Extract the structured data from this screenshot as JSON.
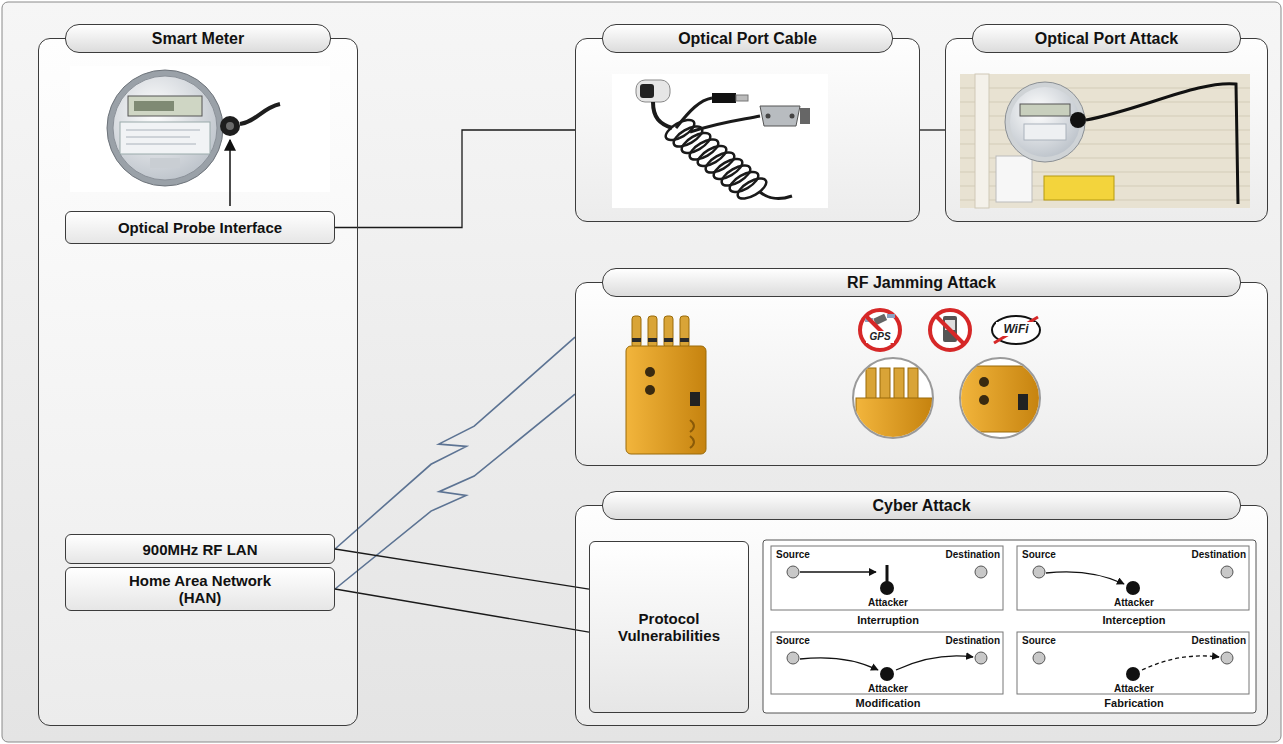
{
  "diagram": {
    "nodes": [
      {
        "text": [
          "Smart Meter"
        ]
      },
      {
        "text": [
          "Optical Probe Interface"
        ],
        "in": 0
      },
      {
        "text": [
          "900MHz RF LAN"
        ],
        "in": 0
      },
      {
        "text": [
          "Home Area Network (HAN)"
        ],
        "in": 0
      },
      {
        "text": [
          "Optical Port Cable"
        ]
      },
      {
        "text": [
          "Optical Port Attack"
        ]
      },
      {
        "text": [
          "RF Jamming Attack"
        ]
      },
      {
        "text": [
          "Cyber Attack"
        ]
      },
      {
        "text": [
          "Protocol Vulnerabilities"
        ],
        "in": 7
      },
      {
        "text": [
          "Source",
          "Destination",
          "Attacker",
          "Interruption"
        ],
        "in": 7
      },
      {
        "text": [
          "Source",
          "Destination",
          "Attacker",
          "Interception"
        ],
        "in": 7
      },
      {
        "text": [
          "Source",
          "Destination",
          "Attacker",
          "Modification"
        ],
        "in": 7
      },
      {
        "text": [
          "Source",
          "Destination",
          "Attacker",
          "Fabrication"
        ],
        "in": 7
      }
    ],
    "edges": [
      {
        "from": 1,
        "to": 4,
        "arrow": "none"
      },
      {
        "from": 4,
        "to": 5,
        "arrow": "none"
      },
      {
        "from": 2,
        "to": 6,
        "arrow": "none"
      },
      {
        "from": 3,
        "to": 6,
        "arrow": "none"
      },
      {
        "from": 2,
        "to": 8,
        "arrow": "none"
      },
      {
        "from": 3,
        "to": 8,
        "arrow": "none"
      }
    ],
    "labels": [
      "GPS",
      "WiFi"
    ]
  }
}
